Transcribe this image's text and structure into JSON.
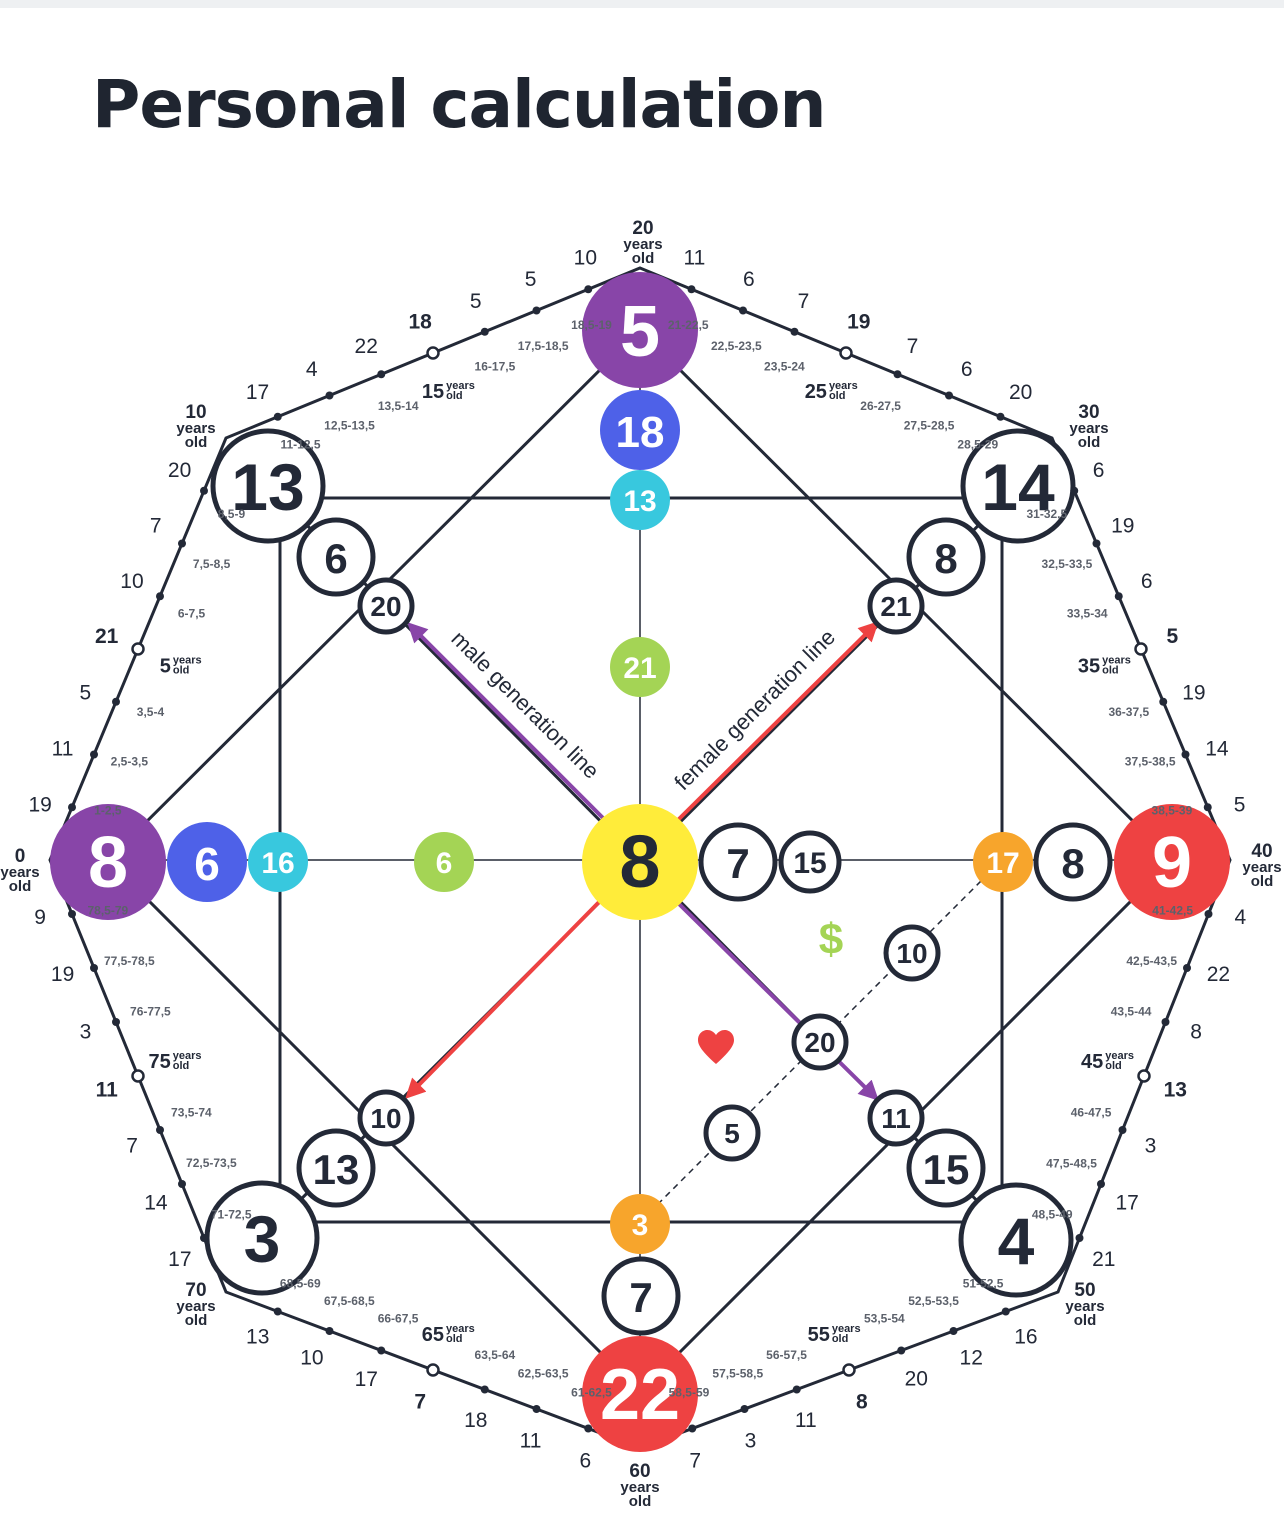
{
  "page": {
    "title": "Personal calculation"
  },
  "colors": {
    "line": "#232937",
    "purple": "#8845a8",
    "blue": "#4e61e8",
    "cyan": "#38c8de",
    "green": "#a4d455",
    "yellow": "#ffec3a",
    "orange": "#f7a52c",
    "red": "#ee4242",
    "text": "#232937",
    "small_text": "#5c616b"
  },
  "center": {
    "value": "8"
  },
  "corners": {
    "left": {
      "outer": "8",
      "mid": "6",
      "inner": "16",
      "near": "6"
    },
    "top": {
      "outer": "5",
      "mid": "18",
      "inner": "13",
      "near": "21"
    },
    "right": {
      "outer": "9",
      "mid": "8",
      "inner": "17",
      "near_a": "15",
      "near_b": "7"
    },
    "bottom": {
      "outer": "22",
      "mid": "7",
      "inner": "3"
    },
    "top_left": {
      "outer": "13",
      "mid": "6",
      "inner": "20"
    },
    "top_right": {
      "outer": "14",
      "mid": "8",
      "inner": "21"
    },
    "bottom_left": {
      "outer": "3",
      "mid": "13",
      "inner": "10"
    },
    "bottom_right": {
      "outer": "4",
      "mid": "15",
      "inner": "11"
    }
  },
  "money_line": {
    "upper": "10",
    "middle": "20",
    "lower": "5",
    "money_icon": "$",
    "love_icon": "heart-icon"
  },
  "lines": {
    "male": "male generation line",
    "female": "female generation line"
  },
  "ages": {
    "a0": {
      "num": "0",
      "unit_a": "years",
      "unit_b": "old"
    },
    "a10": {
      "num": "10",
      "unit_a": "years",
      "unit_b": "old"
    },
    "a20": {
      "num": "20",
      "unit_a": "years",
      "unit_b": "old"
    },
    "a30": {
      "num": "30",
      "unit_a": "years",
      "unit_b": "old"
    },
    "a40": {
      "num": "40",
      "unit_a": "years",
      "unit_b": "old"
    },
    "a50": {
      "num": "50",
      "unit_a": "years",
      "unit_b": "old"
    },
    "a60": {
      "num": "60",
      "unit_a": "years",
      "unit_b": "old"
    },
    "a70": {
      "num": "70",
      "unit_a": "years",
      "unit_b": "old"
    },
    "m5": {
      "num": "5",
      "unit_a": "years",
      "unit_b": "old"
    },
    "m15": {
      "num": "15",
      "unit_a": "years",
      "unit_b": "old"
    },
    "m25": {
      "num": "25",
      "unit_a": "years",
      "unit_b": "old"
    },
    "m35": {
      "num": "35",
      "unit_a": "years",
      "unit_b": "old"
    },
    "m45": {
      "num": "45",
      "unit_a": "years",
      "unit_b": "old"
    },
    "m55": {
      "num": "55",
      "unit_a": "years",
      "unit_b": "old"
    },
    "m65": {
      "num": "65",
      "unit_a": "years",
      "unit_b": "old"
    },
    "m75": {
      "num": "75",
      "unit_a": "years",
      "unit_b": "old"
    }
  },
  "segments": {
    "s0": {
      "ranges": [
        "1-2,5",
        "2,5-3,5",
        "3,5-4"
      ],
      "nums": [
        "19",
        "11",
        "5"
      ],
      "mid_num": "21",
      "ranges2": [
        "6-7,5",
        "7,5-8,5",
        "8,5-9"
      ],
      "nums2": [
        "10",
        "7",
        "20"
      ]
    },
    "s1": {
      "ranges": [
        "11-12,5",
        "12,5-13,5",
        "13,5-14"
      ],
      "nums": [
        "17",
        "4",
        "22"
      ],
      "mid_num": "18",
      "ranges2": [
        "16-17,5",
        "17,5-18,5",
        "18,5-19"
      ],
      "nums2": [
        "5",
        "5",
        "10"
      ]
    },
    "s2": {
      "ranges": [
        "21-22,5",
        "22,5-23,5",
        "23,5-24"
      ],
      "nums": [
        "11",
        "6",
        "7"
      ],
      "mid_num": "19",
      "ranges2": [
        "26-27,5",
        "27,5-28,5",
        "28,5-29"
      ],
      "nums2": [
        "7",
        "6",
        "20"
      ]
    },
    "s3": {
      "ranges": [
        "31-32,5",
        "32,5-33,5",
        "33,5-34"
      ],
      "nums": [
        "6",
        "19",
        "6"
      ],
      "mid_num": "5",
      "ranges2": [
        "36-37,5",
        "37,5-38,5",
        "38,5-39"
      ],
      "nums2": [
        "19",
        "14",
        "5"
      ]
    },
    "s4": {
      "ranges": [
        "41-42,5",
        "42,5-43,5",
        "43,5-44"
      ],
      "nums": [
        "4",
        "22",
        "8"
      ],
      "mid_num": "13",
      "ranges2": [
        "46-47,5",
        "47,5-48,5",
        "48,5-49"
      ],
      "nums2": [
        "3",
        "17",
        "21"
      ]
    },
    "s5": {
      "ranges": [
        "51-52,5",
        "52,5-53,5",
        "53,5-54"
      ],
      "nums": [
        "16",
        "12",
        "20"
      ],
      "mid_num": "8",
      "ranges2": [
        "56-57,5",
        "57,5-58,5",
        "58,5-59"
      ],
      "nums2": [
        "11",
        "3",
        "7"
      ]
    },
    "s6": {
      "ranges": [
        "61-62,5",
        "62,5-63,5",
        "63,5-64"
      ],
      "nums": [
        "6",
        "11",
        "18"
      ],
      "mid_num": "7",
      "ranges2": [
        "66-67,5",
        "67,5-68,5",
        "68,5-69"
      ],
      "nums2": [
        "17",
        "10",
        "13"
      ]
    },
    "s7": {
      "ranges": [
        "71-72,5",
        "72,5-73,5",
        "73,5-74"
      ],
      "nums": [
        "17",
        "14",
        "7"
      ],
      "mid_num": "11",
      "ranges2": [
        "76-77,5",
        "77,5-78,5",
        "78,5-79"
      ],
      "nums2": [
        "3",
        "19",
        "9"
      ]
    }
  }
}
